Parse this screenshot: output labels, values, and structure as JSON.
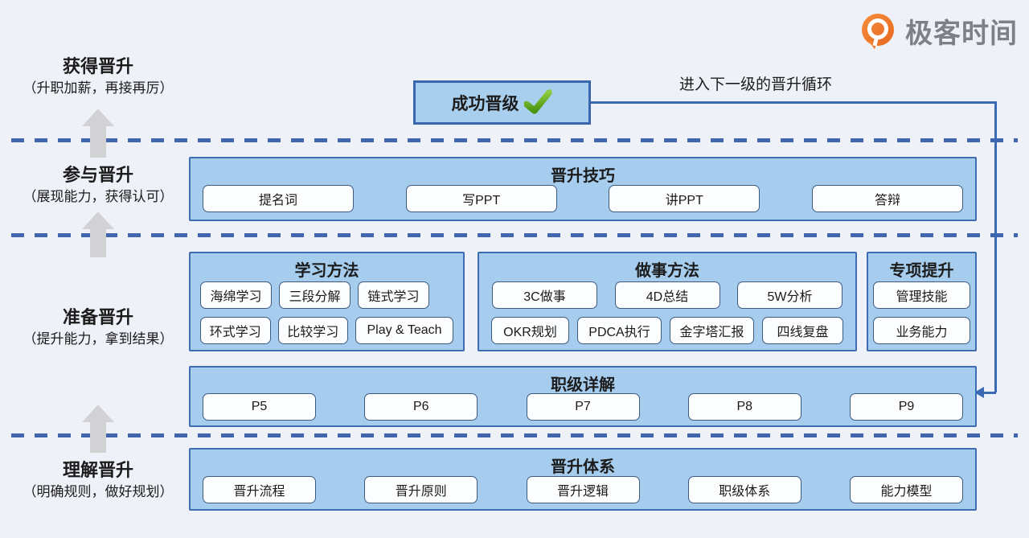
{
  "logo": {
    "text": "极客时间",
    "icon": "geektime-logo-icon"
  },
  "loop_label": "进入下一级的晋升循环",
  "success_box": {
    "label": "成功晋级",
    "icon": "check-icon"
  },
  "stages": [
    {
      "title": "获得晋升",
      "subtitle": "（升职加薪，再接再厉）"
    },
    {
      "title": "参与晋升",
      "subtitle": "（展现能力，获得认可）"
    },
    {
      "title": "准备晋升",
      "subtitle": "（提升能力，拿到结果）"
    },
    {
      "title": "理解晋升",
      "subtitle": "（明确规则，做好规划）"
    }
  ],
  "sections": {
    "skills": {
      "title": "晋升技巧",
      "items": [
        "提名词",
        "写PPT",
        "讲PPT",
        "答辩"
      ]
    },
    "learning": {
      "title": "学习方法",
      "rows": [
        [
          "海绵学习",
          "三段分解",
          "链式学习"
        ],
        [
          "环式学习",
          "比较学习",
          "Play & Teach"
        ]
      ]
    },
    "doing": {
      "title": "做事方法",
      "rows": [
        [
          "3C做事",
          "4D总结",
          "5W分析"
        ],
        [
          "OKR规划",
          "PDCA执行",
          "金字塔汇报",
          "四线复盘"
        ]
      ]
    },
    "special": {
      "title": "专项提升",
      "items": [
        "管理技能",
        "业务能力"
      ]
    },
    "levels": {
      "title": "职级详解",
      "items": [
        "P5",
        "P6",
        "P7",
        "P8",
        "P9"
      ]
    },
    "system": {
      "title": "晋升体系",
      "items": [
        "晋升流程",
        "晋升原则",
        "晋升逻辑",
        "职级体系",
        "能力模型"
      ]
    }
  },
  "colors": {
    "background": "#eef1f7",
    "band_fill": "#a6cdee",
    "band_border": "#3e6db4",
    "pill_fill": "#fbfdff",
    "pill_border": "#3d5a80",
    "dashed_line": "#4166ae",
    "connector_blue": "#3a69b5",
    "arrow_gray": "#d2d2d4",
    "check_green": "#5aa81c",
    "logo_orange": "#ee7330",
    "logo_text_gray": "#7e8085"
  }
}
